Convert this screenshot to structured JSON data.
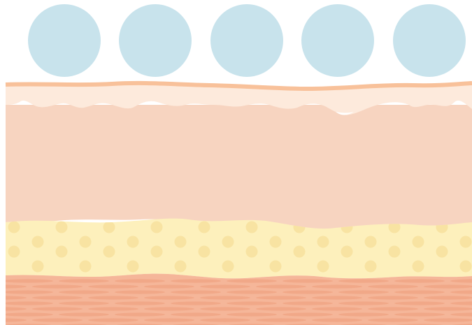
{
  "diagram": {
    "colors": {
      "background": "#ffffff",
      "particle": "#c8e3ec",
      "epidermis_edge": "#f8c19a",
      "epidermis": "#fdeadc",
      "dermis": "#f7d4c0",
      "fat": "#fdf0bc",
      "fat_cell": "#f8e3a2",
      "muscle": "#f5b699",
      "muscle_fiber": "#f1a888"
    },
    "particles": [
      {
        "name": "particle-1"
      },
      {
        "name": "particle-2"
      },
      {
        "name": "particle-3"
      },
      {
        "name": "particle-4"
      },
      {
        "name": "particle-5"
      }
    ],
    "layers": [
      {
        "name": "epidermis-outer-line"
      },
      {
        "name": "epidermis-layer"
      },
      {
        "name": "dermis-layer"
      },
      {
        "name": "subcutaneous-fat-layer"
      },
      {
        "name": "muscle-layer"
      }
    ]
  }
}
